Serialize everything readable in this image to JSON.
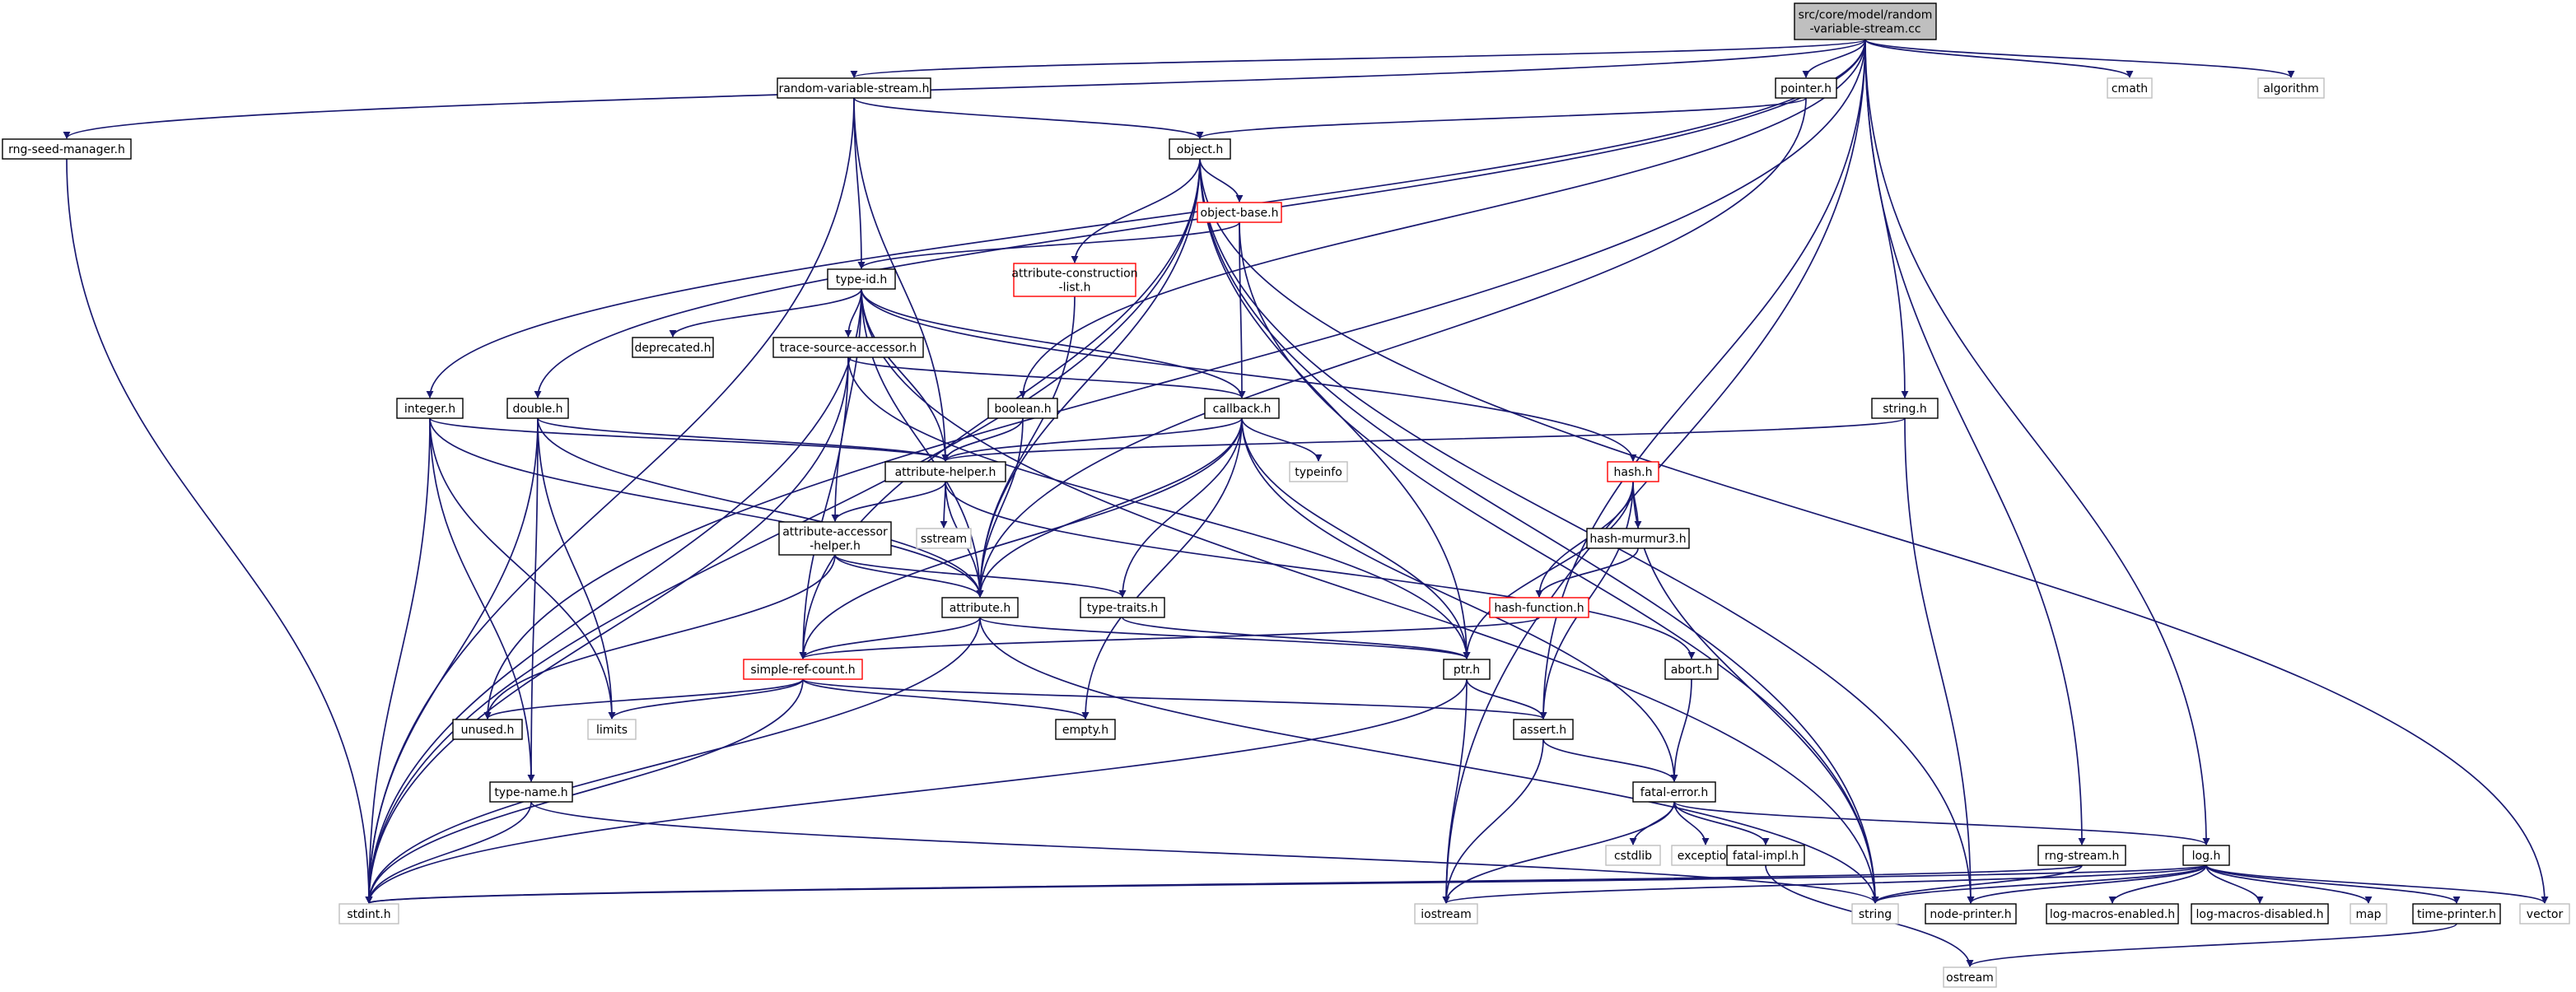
{
  "diagram": {
    "root": {
      "label": "src/core/model/random\n-variable-stream.cc",
      "style": "root"
    },
    "nodes": {
      "random-variable-stream": {
        "label": "random-variable-stream.h",
        "style": "normal"
      },
      "pointer": {
        "label": "pointer.h",
        "style": "normal"
      },
      "cmath": {
        "label": "cmath",
        "style": "ext"
      },
      "algorithm": {
        "label": "algorithm",
        "style": "ext"
      },
      "rng-seed-manager": {
        "label": "rng-seed-manager.h",
        "style": "normal"
      },
      "object": {
        "label": "object.h",
        "style": "normal"
      },
      "object-base": {
        "label": "object-base.h",
        "style": "red"
      },
      "attribute-construction-list": {
        "label": "attribute-construction\n-list.h",
        "style": "red"
      },
      "type-id": {
        "label": "type-id.h",
        "style": "normal"
      },
      "deprecated": {
        "label": "deprecated.h",
        "style": "normal"
      },
      "trace-source-accessor": {
        "label": "trace-source-accessor.h",
        "style": "normal"
      },
      "integer": {
        "label": "integer.h",
        "style": "normal"
      },
      "double": {
        "label": "double.h",
        "style": "normal"
      },
      "boolean": {
        "label": "boolean.h",
        "style": "normal"
      },
      "callback": {
        "label": "callback.h",
        "style": "normal"
      },
      "string-h": {
        "label": "string.h",
        "style": "normal"
      },
      "hash": {
        "label": "hash.h",
        "style": "red"
      },
      "typeinfo": {
        "label": "typeinfo",
        "style": "ext"
      },
      "attribute-helper": {
        "label": "attribute-helper.h",
        "style": "normal"
      },
      "sstream": {
        "label": "sstream",
        "style": "ext"
      },
      "hash-murmur3": {
        "label": "hash-murmur3.h",
        "style": "normal"
      },
      "attribute-accessor-helper": {
        "label": "attribute-accessor\n-helper.h",
        "style": "normal"
      },
      "attribute": {
        "label": "attribute.h",
        "style": "normal"
      },
      "type-traits": {
        "label": "type-traits.h",
        "style": "normal"
      },
      "hash-function": {
        "label": "hash-function.h",
        "style": "red"
      },
      "simple-ref-count": {
        "label": "simple-ref-count.h",
        "style": "red"
      },
      "ptr": {
        "label": "ptr.h",
        "style": "normal"
      },
      "abort": {
        "label": "abort.h",
        "style": "normal"
      },
      "unused": {
        "label": "unused.h",
        "style": "normal"
      },
      "limits": {
        "label": "limits",
        "style": "ext"
      },
      "empty": {
        "label": "empty.h",
        "style": "normal"
      },
      "assert": {
        "label": "assert.h",
        "style": "normal"
      },
      "type-name": {
        "label": "type-name.h",
        "style": "normal"
      },
      "fatal-error": {
        "label": "fatal-error.h",
        "style": "normal"
      },
      "cstdlib": {
        "label": "cstdlib",
        "style": "ext"
      },
      "exception": {
        "label": "exception",
        "style": "ext"
      },
      "fatal-impl": {
        "label": "fatal-impl.h",
        "style": "normal"
      },
      "rng-stream": {
        "label": "rng-stream.h",
        "style": "normal"
      },
      "log": {
        "label": "log.h",
        "style": "normal"
      },
      "stdint": {
        "label": "stdint.h",
        "style": "ext"
      },
      "iostream": {
        "label": "iostream",
        "style": "ext"
      },
      "string-std": {
        "label": "string",
        "style": "ext"
      },
      "node-printer": {
        "label": "node-printer.h",
        "style": "normal"
      },
      "log-macros-enabled": {
        "label": "log-macros-enabled.h",
        "style": "normal"
      },
      "log-macros-disabled": {
        "label": "log-macros-disabled.h",
        "style": "normal"
      },
      "map": {
        "label": "map",
        "style": "ext"
      },
      "time-printer": {
        "label": "time-printer.h",
        "style": "normal"
      },
      "vector": {
        "label": "vector",
        "style": "ext"
      },
      "ostream": {
        "label": "ostream",
        "style": "ext"
      }
    },
    "edges": [
      [
        "root",
        "random-variable-stream"
      ],
      [
        "root",
        "pointer"
      ],
      [
        "root",
        "cmath"
      ],
      [
        "root",
        "algorithm"
      ],
      [
        "root",
        "rng-seed-manager"
      ],
      [
        "root",
        "unused"
      ],
      [
        "root",
        "integer"
      ],
      [
        "root",
        "double"
      ],
      [
        "root",
        "boolean"
      ],
      [
        "root",
        "string-h"
      ],
      [
        "root",
        "assert"
      ],
      [
        "root",
        "iostream"
      ],
      [
        "root",
        "rng-stream"
      ],
      [
        "root",
        "log"
      ],
      [
        "random-variable-stream",
        "object"
      ],
      [
        "random-variable-stream",
        "type-id"
      ],
      [
        "random-variable-stream",
        "attribute-helper"
      ],
      [
        "random-variable-stream",
        "stdint"
      ],
      [
        "pointer",
        "object"
      ],
      [
        "pointer",
        "attribute"
      ],
      [
        "rng-seed-manager",
        "stdint"
      ],
      [
        "object",
        "object-base"
      ],
      [
        "object",
        "attribute-construction-list"
      ],
      [
        "object",
        "attribute"
      ],
      [
        "object",
        "ptr"
      ],
      [
        "object",
        "simple-ref-count"
      ],
      [
        "object",
        "stdint"
      ],
      [
        "object",
        "vector"
      ],
      [
        "object",
        "string-std"
      ],
      [
        "object",
        "node-printer"
      ],
      [
        "object-base",
        "type-id"
      ],
      [
        "object-base",
        "callback"
      ],
      [
        "object-base",
        "string-std"
      ],
      [
        "attribute-construction-list",
        "attribute"
      ],
      [
        "type-id",
        "deprecated"
      ],
      [
        "type-id",
        "trace-source-accessor"
      ],
      [
        "type-id",
        "callback"
      ],
      [
        "type-id",
        "hash"
      ],
      [
        "type-id",
        "attribute-helper"
      ],
      [
        "type-id",
        "attribute-accessor-helper"
      ],
      [
        "type-id",
        "attribute"
      ],
      [
        "type-id",
        "stdint"
      ],
      [
        "type-id",
        "string-std"
      ],
      [
        "trace-source-accessor",
        "callback"
      ],
      [
        "trace-source-accessor",
        "ptr"
      ],
      [
        "trace-source-accessor",
        "simple-ref-count"
      ],
      [
        "trace-source-accessor",
        "stdint"
      ],
      [
        "integer",
        "attribute-helper"
      ],
      [
        "integer",
        "attribute"
      ],
      [
        "integer",
        "stdint"
      ],
      [
        "integer",
        "limits"
      ],
      [
        "integer",
        "type-name"
      ],
      [
        "double",
        "attribute-helper"
      ],
      [
        "double",
        "attribute"
      ],
      [
        "double",
        "stdint"
      ],
      [
        "double",
        "limits"
      ],
      [
        "double",
        "type-name"
      ],
      [
        "boolean",
        "attribute-helper"
      ],
      [
        "boolean",
        "attribute"
      ],
      [
        "callback",
        "attribute-helper"
      ],
      [
        "callback",
        "attribute"
      ],
      [
        "callback",
        "typeinfo"
      ],
      [
        "callback",
        "ptr"
      ],
      [
        "callback",
        "fatal-error"
      ],
      [
        "callback",
        "empty"
      ],
      [
        "callback",
        "type-traits"
      ],
      [
        "callback",
        "simple-ref-count"
      ],
      [
        "string-h",
        "attribute-helper"
      ],
      [
        "string-h",
        "node-printer"
      ],
      [
        "hash",
        "hash-murmur3"
      ],
      [
        "hash",
        "hash-function"
      ],
      [
        "hash",
        "assert"
      ],
      [
        "hash",
        "ptr"
      ],
      [
        "hash",
        "string-std"
      ],
      [
        "attribute-helper",
        "attribute-accessor-helper"
      ],
      [
        "attribute-helper",
        "sstream"
      ],
      [
        "attribute-helper",
        "attribute"
      ],
      [
        "attribute-helper",
        "abort"
      ],
      [
        "hash-murmur3",
        "hash-function"
      ],
      [
        "attribute-accessor-helper",
        "attribute"
      ],
      [
        "attribute-accessor-helper",
        "type-traits"
      ],
      [
        "attribute-accessor-helper",
        "unused"
      ],
      [
        "attribute",
        "ptr"
      ],
      [
        "attribute",
        "simple-ref-count"
      ],
      [
        "attribute",
        "string-std"
      ],
      [
        "attribute",
        "stdint"
      ],
      [
        "hash-function",
        "simple-ref-count"
      ],
      [
        "type-traits",
        "ptr"
      ],
      [
        "simple-ref-count",
        "assert"
      ],
      [
        "simple-ref-count",
        "unused"
      ],
      [
        "simple-ref-count",
        "limits"
      ],
      [
        "simple-ref-count",
        "empty"
      ],
      [
        "simple-ref-count",
        "stdint"
      ],
      [
        "ptr",
        "assert"
      ],
      [
        "ptr",
        "iostream"
      ],
      [
        "ptr",
        "stdint"
      ],
      [
        "abort",
        "fatal-error"
      ],
      [
        "assert",
        "fatal-error"
      ],
      [
        "assert",
        "iostream"
      ],
      [
        "type-name",
        "stdint"
      ],
      [
        "type-name",
        "string-std"
      ],
      [
        "fatal-error",
        "cstdlib"
      ],
      [
        "fatal-error",
        "exception"
      ],
      [
        "fatal-error",
        "fatal-impl"
      ],
      [
        "fatal-error",
        "iostream"
      ],
      [
        "fatal-error",
        "log"
      ],
      [
        "fatal-impl",
        "ostream"
      ],
      [
        "rng-stream",
        "stdint"
      ],
      [
        "rng-stream",
        "string-std"
      ],
      [
        "log",
        "iostream"
      ],
      [
        "log",
        "string-std"
      ],
      [
        "log",
        "stdint"
      ],
      [
        "log",
        "node-printer"
      ],
      [
        "log",
        "log-macros-enabled"
      ],
      [
        "log",
        "log-macros-disabled"
      ],
      [
        "log",
        "map"
      ],
      [
        "log",
        "time-printer"
      ],
      [
        "log",
        "vector"
      ],
      [
        "time-printer",
        "ostream"
      ]
    ]
  }
}
